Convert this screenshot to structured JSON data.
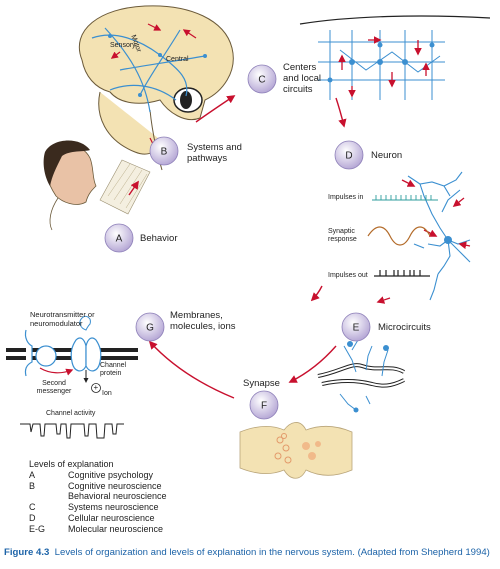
{
  "brain": {
    "sensory": "Sensory",
    "motor": "Motor",
    "central": "Central"
  },
  "steps": [
    {
      "letter": "A",
      "label": "Behavior"
    },
    {
      "letter": "B",
      "label": "Systems and pathways"
    },
    {
      "letter": "C",
      "label": "Centers and local circuits"
    },
    {
      "letter": "D",
      "label": "Neuron"
    },
    {
      "letter": "E",
      "label": "Microcircuits"
    },
    {
      "letter": "F",
      "label": "Synapse"
    },
    {
      "letter": "G",
      "label": "Membranes, molecules, ions"
    }
  ],
  "neuron_panel": {
    "impulses_in": "Impulses in",
    "synaptic_response": "Synaptic response",
    "impulses_out": "Impulses out"
  },
  "membrane_panel": {
    "neurotransmitter": "Neurotransmitter or neuromodulator",
    "second_messenger": "Second messenger",
    "channel_protein": "Channel protein",
    "ion": "Ion",
    "ion_symbol": "+",
    "channel_activity": "Channel activity"
  },
  "legend": {
    "title": "Levels of explanation",
    "rows": [
      {
        "code": "A",
        "text": "Cognitive psychology"
      },
      {
        "code": "B",
        "text": "Cognitive neuroscience"
      },
      {
        "code": "",
        "text": "Behavioral neuroscience"
      },
      {
        "code": "C",
        "text": "Systems neuroscience"
      },
      {
        "code": "D",
        "text": "Cellular neuroscience"
      },
      {
        "code": "E-G",
        "text": "Molecular neuroscience"
      }
    ]
  },
  "caption": {
    "figure": "Figure 4.3",
    "text": "Levels of organization and levels of explanation in the nervous system. (Adapted from Shepherd 1994)"
  },
  "colors": {
    "node_fill": "#cbbfe0",
    "node_stroke": "#8d7fb8",
    "arrow": "#c8102e",
    "neuron": "#3b8fd0",
    "caption": "#1c63a8",
    "synapse": "#f3e2b3"
  }
}
